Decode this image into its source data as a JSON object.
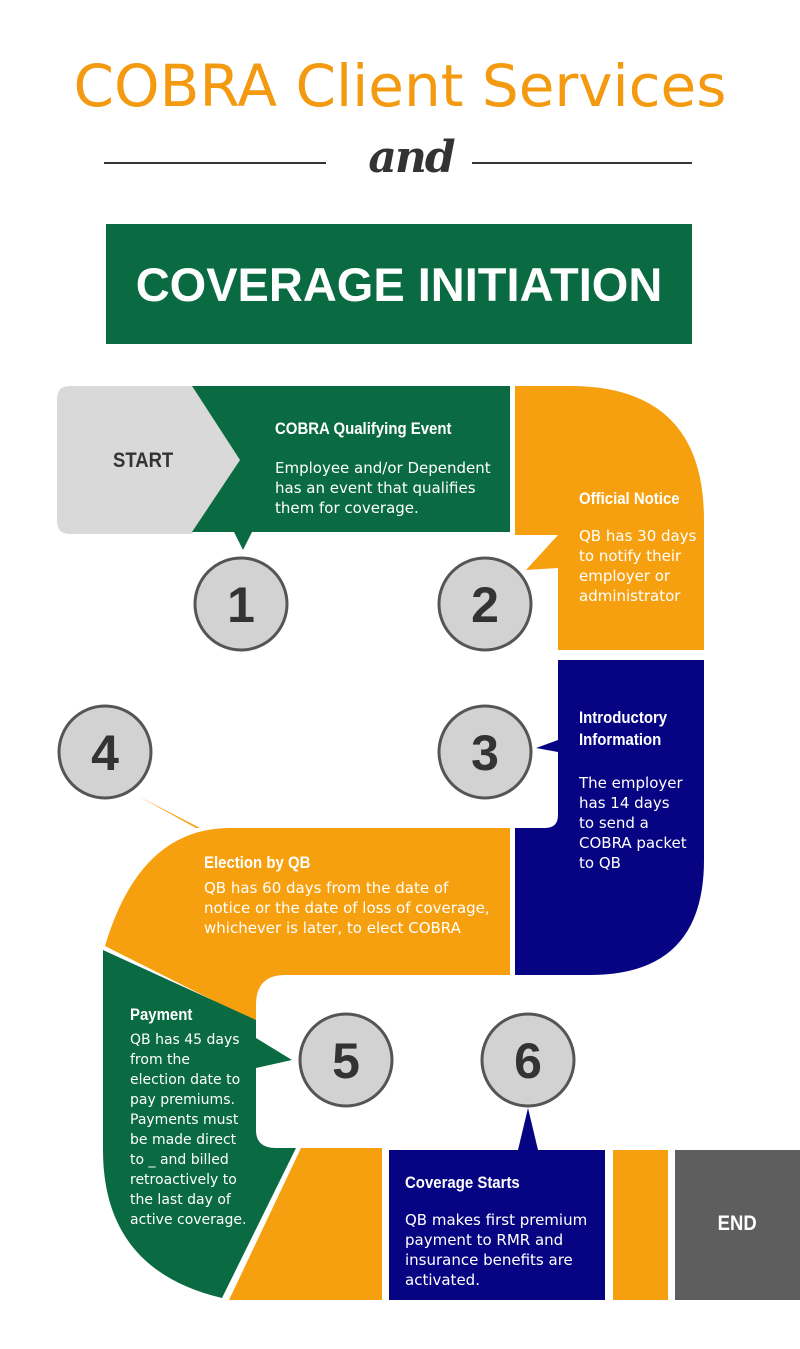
{
  "header": {
    "title": "COBRA Client Services",
    "connector": "and",
    "banner": "COVERAGE INITIATION"
  },
  "start_label": "START",
  "end_label": "END",
  "steps": [
    {
      "number": "1",
      "title": "COBRA Qualifying Event",
      "body": "Employee and/or Dependent has an event that qualifies them for coverage.",
      "color": "#0a6b43"
    },
    {
      "number": "2",
      "title": "Official Notice",
      "body": "QB has 30 days to notify their employer or administrator",
      "color": "#f7a00f"
    },
    {
      "number": "3",
      "title": "Introductory Information",
      "body": "The employer has 14 days to send a COBRA packet to QB",
      "color": "#060482"
    },
    {
      "number": "4",
      "title": "Election by QB",
      "body": "QB has 60 days from the date of notice or the date of loss of coverage, whichever is later, to elect COBRA",
      "color": "#f7a00f"
    },
    {
      "number": "5",
      "title": "Payment",
      "body": "QB has 45 days from the election date to pay premiums. Payments must be made direct to _ and billed retroactively to the last day of active coverage.",
      "color": "#0a6b43"
    },
    {
      "number": "6",
      "title": "Coverage Starts",
      "body": "QB makes first premium payment to RMR and insurance benefits are activated.",
      "color": "#060482"
    }
  ],
  "colors": {
    "green": "#0a6b43",
    "orange": "#f7a00f",
    "navy": "#060482",
    "grey_start": "#d9d9d9",
    "grey_end": "#5e5e5e",
    "title_orange": "#f39a10"
  }
}
